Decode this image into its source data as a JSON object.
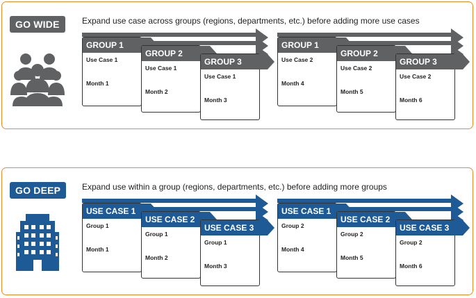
{
  "wide": {
    "badge": "GO WIDE",
    "heading": "Expand use case across groups (regions, departments, etc.) before adding more use cases",
    "icon": "people-group-icon",
    "left_cards": [
      {
        "header": "GROUP 1",
        "line1": "Use Case 1",
        "line2": "Month 1"
      },
      {
        "header": "GROUP 2",
        "line1": "Use Case 1",
        "line2": "Month 2"
      },
      {
        "header": "GROUP 3",
        "line1": "Use Case 1",
        "line2": "Month 3"
      }
    ],
    "right_cards": [
      {
        "header": "GROUP 1",
        "line1": "Use Case 2",
        "line2": "Month 4"
      },
      {
        "header": "GROUP 2",
        "line1": "Use Case 2",
        "line2": "Month 5"
      },
      {
        "header": "GROUP 3",
        "line1": "Use Case 2",
        "line2": "Month 6"
      }
    ],
    "color": "#5f6163"
  },
  "deep": {
    "badge": "GO DEEP",
    "heading": "Expand use within a group (regions, departments, etc.) before adding more groups",
    "icon": "office-building-icon",
    "left_cards": [
      {
        "header": "USE CASE 1",
        "line1": "Group 1",
        "line2": "Month 1"
      },
      {
        "header": "USE CASE 2",
        "line1": "Group 1",
        "line2": "Month 2"
      },
      {
        "header": "USE CASE 3",
        "line1": "Group 1",
        "line2": "Month 3"
      }
    ],
    "right_cards": [
      {
        "header": "USE CASE 1",
        "line1": "Group 2",
        "line2": "Month 4"
      },
      {
        "header": "USE CASE 2",
        "line1": "Group 2",
        "line2": "Month 5"
      },
      {
        "header": "USE CASE 3",
        "line1": "Group 2",
        "line2": "Month 6"
      }
    ],
    "color": "#1e5a96"
  },
  "border_color": "#f08a1c"
}
